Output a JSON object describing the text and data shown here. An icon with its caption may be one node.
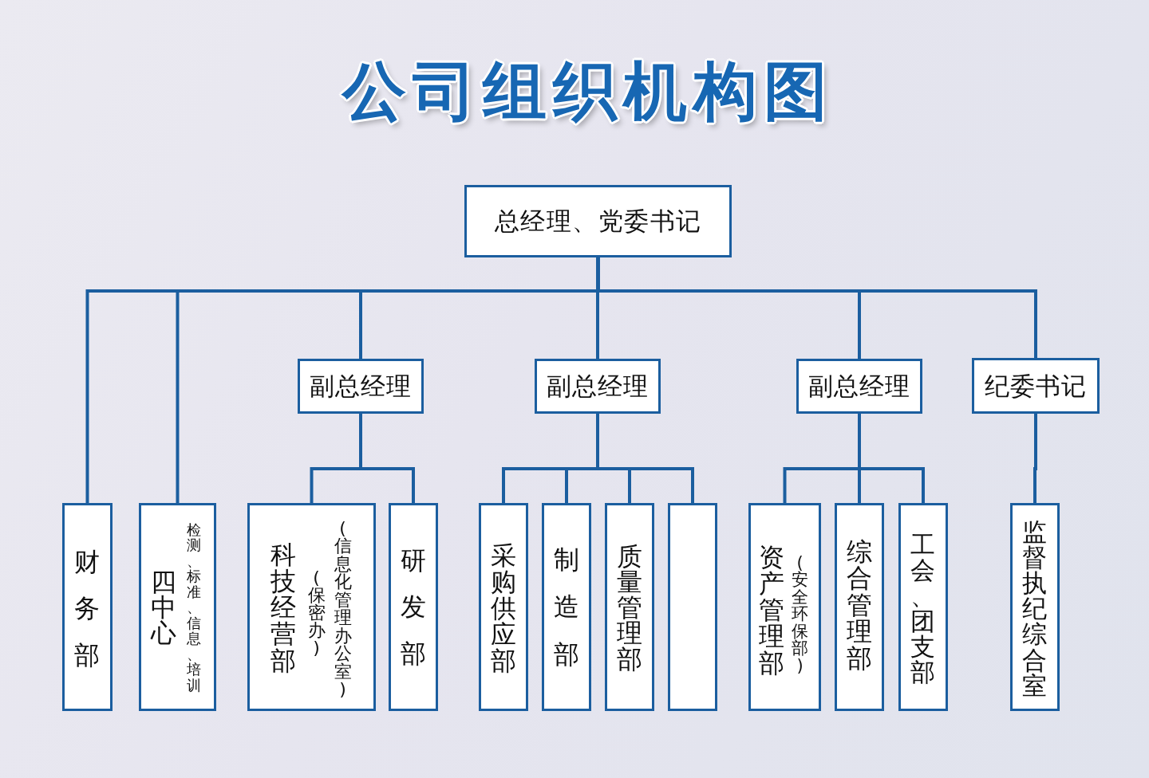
{
  "diagram": {
    "title": "公司组织机构图",
    "nodes": [
      {
        "text": [
          "总经理、党委书记"
        ]
      },
      {
        "text": [
          "副总经理"
        ]
      },
      {
        "text": [
          "副总经理"
        ]
      },
      {
        "text": [
          "副总经理"
        ]
      },
      {
        "text": [
          "纪委书记"
        ]
      },
      {
        "text": [
          "财务部"
        ]
      },
      {
        "text": [
          "四中心",
          "检测、标准、信息、培训"
        ]
      },
      {
        "text": [
          "科技经营部",
          "(保密办)",
          "(信息化管理办公室)"
        ]
      },
      {
        "text": [
          "研发部"
        ]
      },
      {
        "text": [
          "采购供应部"
        ]
      },
      {
        "text": [
          "制造部"
        ]
      },
      {
        "text": [
          "质量管理部"
        ]
      },
      {
        "text": [],
        "shape": "box"
      },
      {
        "text": [
          "资产管理部",
          "(安全环保部)"
        ]
      },
      {
        "text": [
          "综合管理部"
        ]
      },
      {
        "text": [
          "工会、团支部"
        ]
      },
      {
        "text": [
          "监督执纪综合室"
        ]
      }
    ],
    "edges": [
      {
        "from": 0,
        "to": 5,
        "arrow": "none"
      },
      {
        "from": 0,
        "to": 6,
        "arrow": "none"
      },
      {
        "from": 0,
        "to": 1,
        "arrow": "none"
      },
      {
        "from": 0,
        "to": 2,
        "arrow": "none"
      },
      {
        "from": 0,
        "to": 3,
        "arrow": "none"
      },
      {
        "from": 0,
        "to": 4,
        "arrow": "none"
      },
      {
        "from": 1,
        "to": 7,
        "arrow": "none"
      },
      {
        "from": 1,
        "to": 8,
        "arrow": "none"
      },
      {
        "from": 2,
        "to": 9,
        "arrow": "none"
      },
      {
        "from": 2,
        "to": 10,
        "arrow": "none"
      },
      {
        "from": 2,
        "to": 11,
        "arrow": "none"
      },
      {
        "from": 2,
        "to": 12,
        "arrow": "none"
      },
      {
        "from": 3,
        "to": 13,
        "arrow": "none"
      },
      {
        "from": 3,
        "to": 14,
        "arrow": "none"
      },
      {
        "from": 3,
        "to": 15,
        "arrow": "none"
      },
      {
        "from": 4,
        "to": 16,
        "arrow": "none"
      }
    ]
  }
}
